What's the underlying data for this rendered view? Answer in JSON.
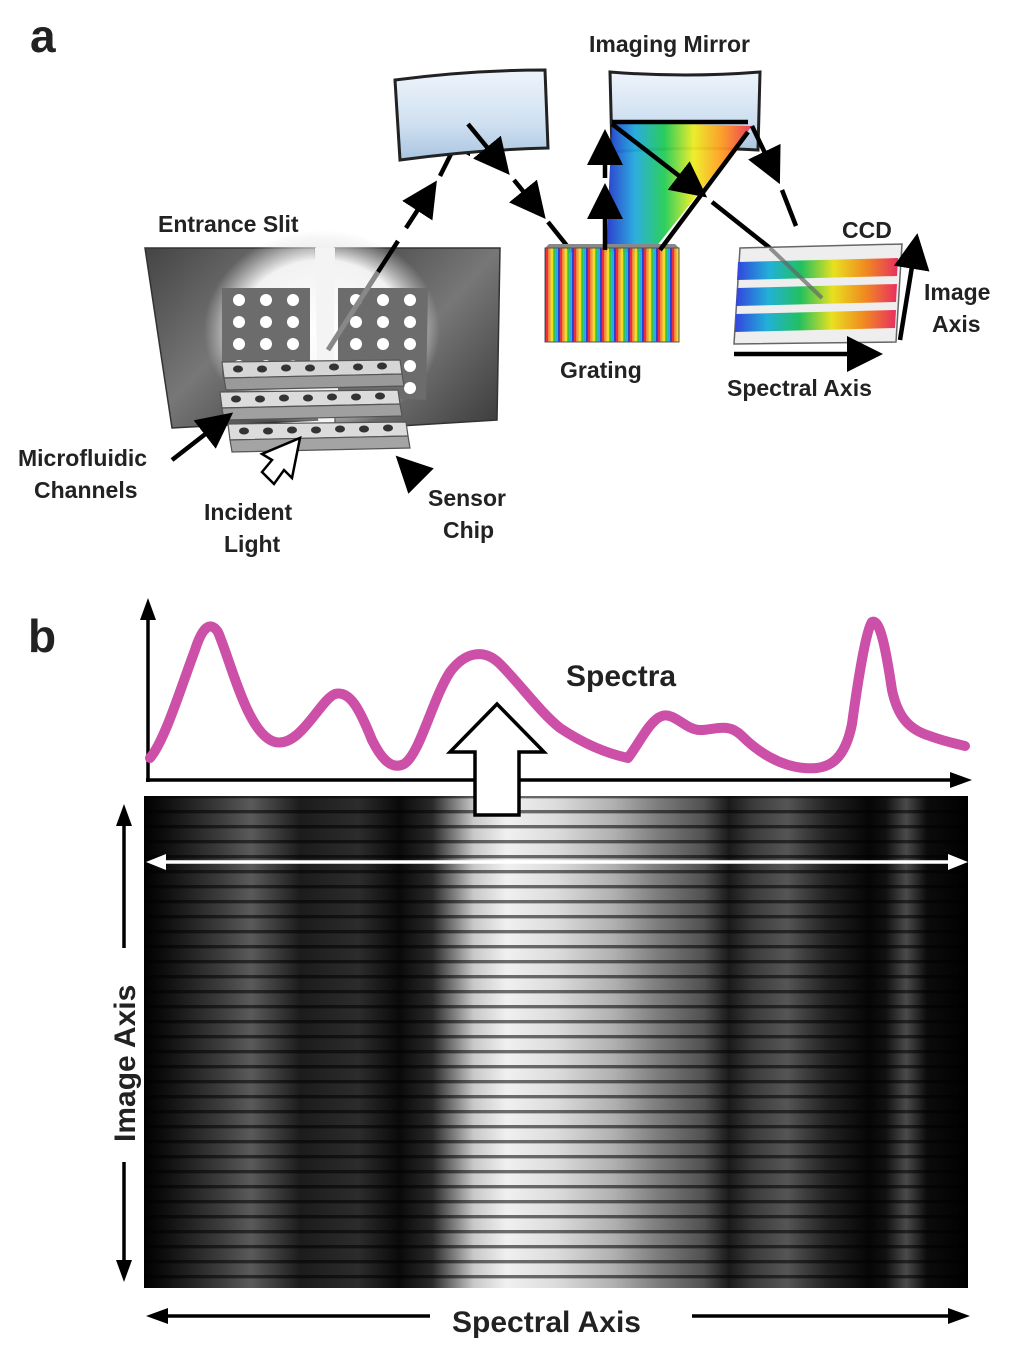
{
  "panel_a": {
    "letter": "a",
    "imaging_mirror": "Imaging Mirror",
    "entrance_slit": "Entrance Slit",
    "ccd": "CCD",
    "image_axis_1": "Image",
    "image_axis_2": "Axis",
    "grating": "Grating",
    "spectral_axis": "Spectral Axis",
    "microfluidic_1": "Microfluidic",
    "microfluidic_2": "Channels",
    "incident_1": "Incident",
    "incident_2": "Light",
    "sensor_1": "Sensor",
    "sensor_2": "Chip"
  },
  "panel_b": {
    "letter": "b",
    "spectra": "Spectra",
    "image_axis": "Image Axis",
    "spectral_axis": "Spectral Axis"
  },
  "colors": {
    "spectrum_line": "#cc4fa8",
    "ccd_background": "#000000",
    "arrow": "#000000"
  }
}
